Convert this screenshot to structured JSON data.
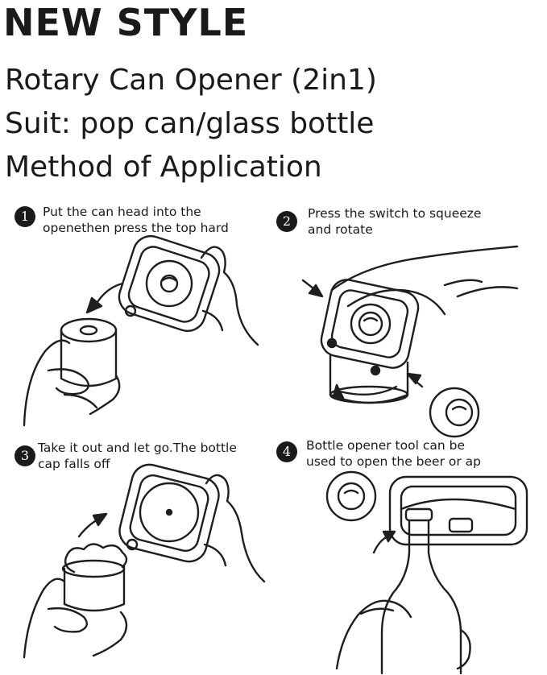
{
  "header": {
    "title": "NEW STYLE",
    "line1": "Rotary Can Opener (2in1)",
    "line2": "Suit: pop can/glass bottle",
    "line3": "Method of Application"
  },
  "steps": [
    {
      "number": "1",
      "line1": "Put the can head into the",
      "line2": "openethen press the top hard"
    },
    {
      "number": "2",
      "line1": "Press the switch to squeeze",
      "line2": "and rotate"
    },
    {
      "number": "3",
      "line1": "Take it out and let go.The bottle",
      "line2": "cap falls off"
    },
    {
      "number": "4",
      "line1": "Bottle opener tool can be",
      "line2": "used to open the beer or ap"
    }
  ]
}
